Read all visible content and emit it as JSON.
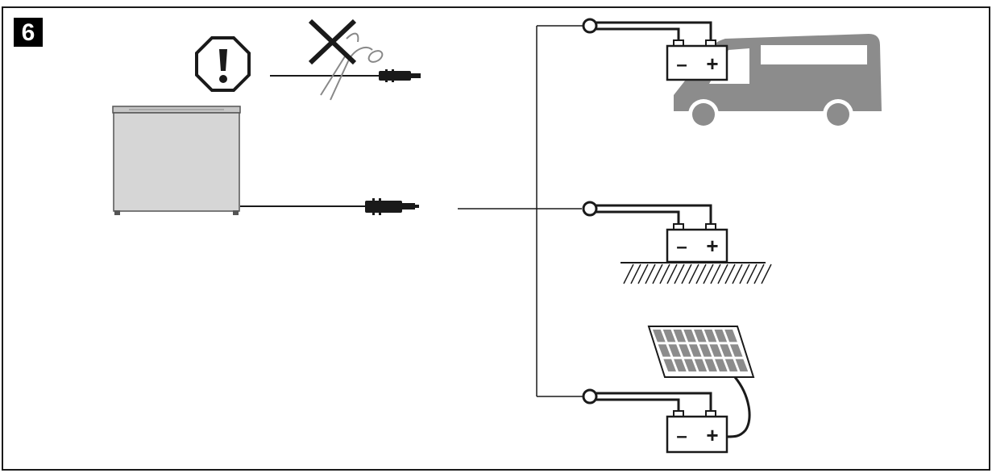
{
  "figure": {
    "number_label": "6",
    "warning_icon": "exclamation-octagon-icon",
    "no_cut_icon": "crossed-scissors-icon"
  },
  "batteries": [
    {
      "id": "vehicle",
      "minus": "–",
      "plus": "+",
      "context_icon": "van-icon"
    },
    {
      "id": "ground",
      "minus": "–",
      "plus": "+",
      "context_icon": "ground-hatch-icon"
    },
    {
      "id": "solar",
      "minus": "–",
      "plus": "+",
      "context_icon": "solar-panel-icon"
    }
  ],
  "colors": {
    "line": "#1a1a1a",
    "cooler_fill": "#d6d6d6",
    "van_fill": "#8c8c8c",
    "badge_bg": "#000000",
    "badge_text": "#ffffff"
  }
}
